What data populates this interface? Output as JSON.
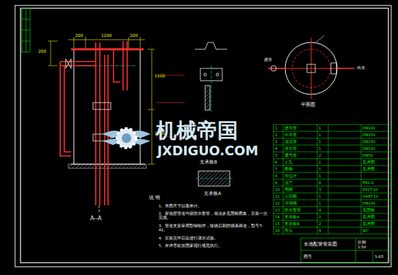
{
  "diagram": {
    "labels": [
      "200",
      "200",
      "1200",
      "200",
      "1500",
      "1200",
      "A--A",
      "支承板B",
      "支承板A",
      "平面图",
      "出水",
      "进水",
      "说 明",
      "1、本图尺寸以毫米计。",
      "2、穿池壁管道均设防水套管，做法参见国标图集，安装一次完成。",
      "3、管道支架采用型钢制作，除锈后刷防锈漆两道，型号T-42。",
      "4、安装完毕后应进行满水试验。",
      "5、未详尽处按国家现行规范执行。",
      "机械帝国",
      "JXDIGUO.COM",
      "1",
      "进水管",
      "1",
      "DN100",
      "2",
      "出水管",
      "1",
      "DN150",
      "3",
      "溢流管",
      "1",
      "DN150",
      "4",
      "泄水管",
      "1",
      "DN100",
      "5",
      "通气管",
      "2",
      "DN50",
      "6",
      "人孔",
      "1",
      "见详图",
      "7",
      "爬梯",
      "1",
      "见详图",
      "8",
      "水位计",
      "1",
      "",
      "9",
      "法兰",
      "6",
      "PN1.0",
      "10",
      "闸阀",
      "3",
      "Z41T-10",
      "11",
      "止回阀",
      "1",
      "H44T-10",
      "12",
      "浮球阀",
      "1",
      "DN100",
      "13",
      "防水套管",
      "4",
      "见国标",
      "14",
      "支承板A",
      "2",
      "见详图",
      "15",
      "支承板B",
      "2",
      "见详图",
      "16",
      "弯头",
      "4",
      "90°",
      "水池配管安装图",
      "比例",
      "1:50",
      "图号",
      "S-03"
    ]
  }
}
